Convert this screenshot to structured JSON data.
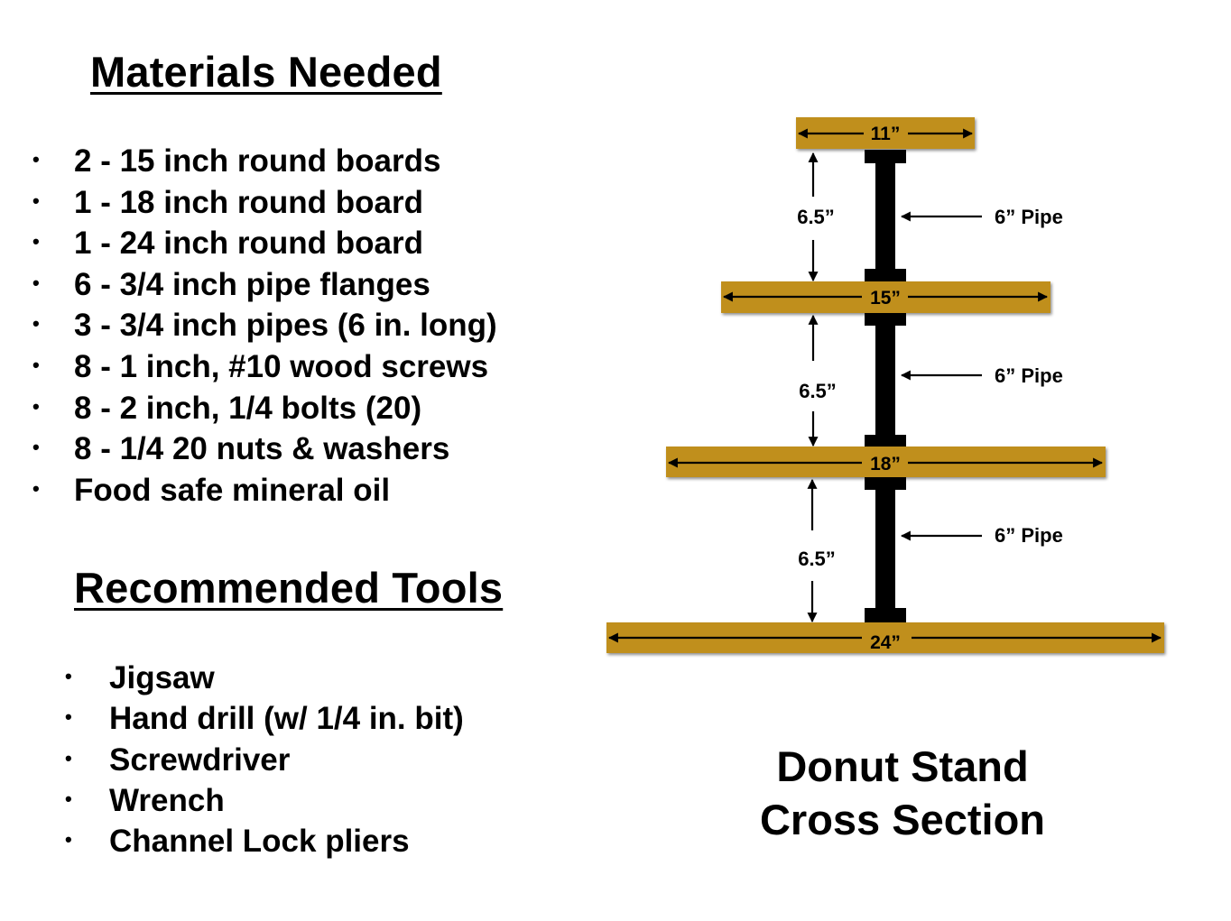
{
  "materials": {
    "heading": "Materials Needed",
    "items": [
      "2 - 15 inch round boards",
      "1 - 18 inch round board",
      "1 - 24 inch round board",
      "6 - 3/4 inch pipe flanges",
      "3 - 3/4 inch pipes (6 in. long)",
      "8 - 1 inch, #10 wood screws",
      "8 - 2 inch, 1/4 bolts (20)",
      "8 - 1/4 20 nuts & washers",
      "Food safe mineral oil"
    ]
  },
  "tools": {
    "heading": "Recommended Tools",
    "items": [
      "Jigsaw",
      "Hand drill (w/ 1/4 in. bit)",
      "Screwdriver",
      "Wrench",
      "Channel Lock pliers"
    ]
  },
  "bullet": "•",
  "diagram": {
    "boards": [
      "11”",
      "15”",
      "18”",
      "24”"
    ],
    "spacings": [
      "6.5”",
      "6.5”",
      "6.5”"
    ],
    "pipes": [
      "6” Pipe",
      "6” Pipe",
      "6” Pipe"
    ],
    "board_color": "#c08f1a",
    "pipe_color": "#000000"
  },
  "caption": {
    "line1": "Donut Stand",
    "line2": "Cross Section"
  }
}
